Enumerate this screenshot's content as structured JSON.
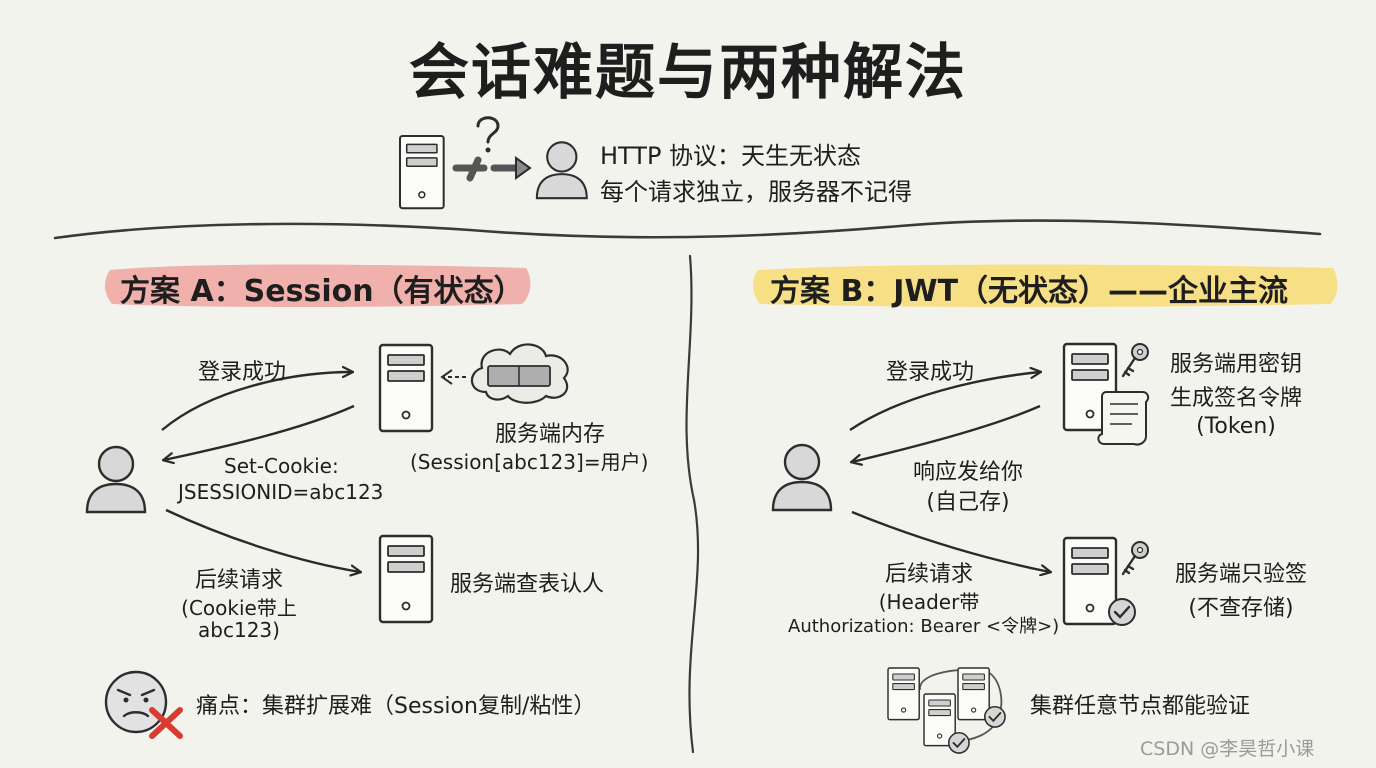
{
  "title": "会话难题与两种解法",
  "intro": {
    "line1": "HTTP 协议：天生无状态",
    "line2": "每个请求独立，服务器不记得"
  },
  "plan_a": {
    "heading": "方案 A：Session（有状态）",
    "highlight_color": "#f0b1ad",
    "login_label": "登录成功",
    "memory_label": "服务端内存",
    "memory_detail": "(Session[abc123]=用户)",
    "cookie_line1": "Set-Cookie:",
    "cookie_line2": "JSESSIONID=abc123",
    "followup_line1": "后续请求",
    "followup_line2": "(Cookie带上",
    "followup_line3": "abc123)",
    "lookup_label": "服务端查表认人",
    "pain_label": "痛点：集群扩展难（Session复制/粘性）"
  },
  "plan_b": {
    "heading": "方案 B：JWT（无状态）——企业主流",
    "highlight_color": "#f7df86",
    "login_label": "登录成功",
    "sign_line1": "服务端用密钥",
    "sign_line2": "生成签名令牌",
    "sign_line3": "(Token)",
    "response_line1": "响应发给你",
    "response_line2": "(自己存)",
    "followup_line1": "后续请求",
    "followup_line2": "(Header带",
    "followup_line3": "Authorization: Bearer <令牌>)",
    "verify_line1": "服务端只验签",
    "verify_line2": "(不查存储)",
    "cluster_label": "集群任意节点都能验证"
  },
  "watermark": "CSDN @李昊哲小课",
  "icons": [
    "server-icon",
    "question-mark-icon",
    "broken-arrow-icon",
    "user-icon",
    "cloud-memory-icon",
    "key-icon",
    "scroll-token-icon",
    "checkmark-badge-icon",
    "annoyed-face-icon",
    "red-cross-icon",
    "server-cluster-icon"
  ]
}
